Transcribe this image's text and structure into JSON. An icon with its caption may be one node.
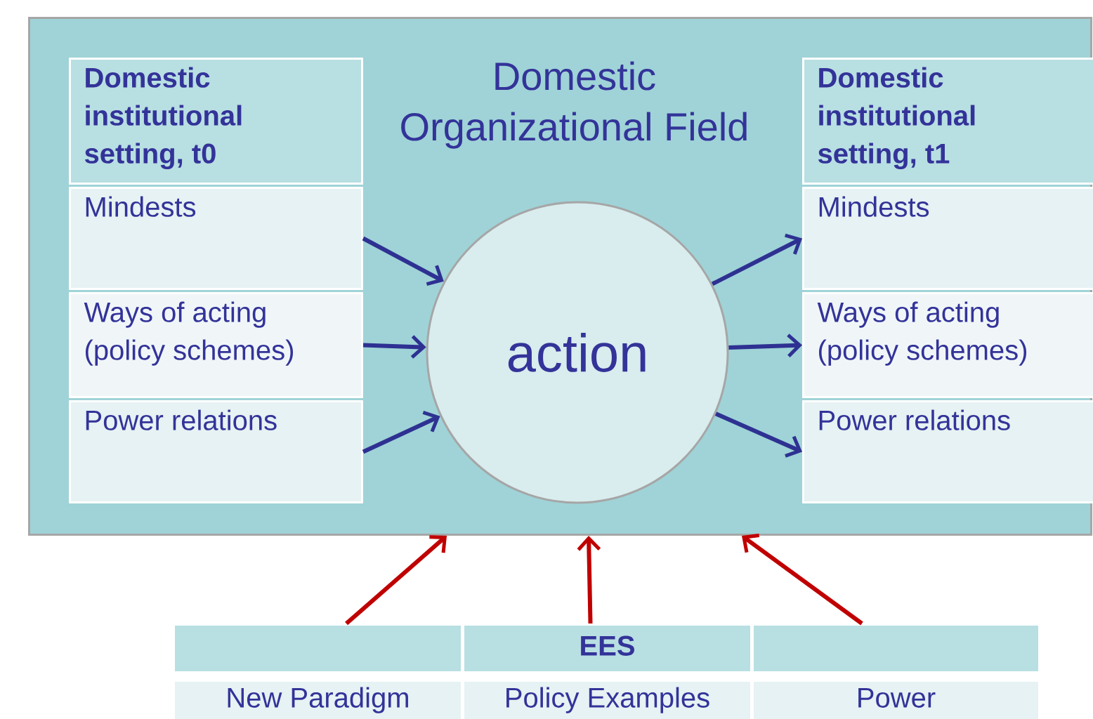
{
  "diagram": {
    "nodes": [
      {
        "text": [
          "Domestic Organizational Field"
        ]
      },
      {
        "text": [
          "Domestic institutional setting, t0"
        ],
        "in": 0
      },
      {
        "text": [
          "Mindests"
        ],
        "in": 0
      },
      {
        "text": [
          "Ways of acting (policy schemes)"
        ],
        "in": 0
      },
      {
        "text": [
          "Power relations"
        ],
        "in": 0
      },
      {
        "text": [
          "action"
        ],
        "in": 0
      },
      {
        "text": [
          "Domestic institutional setting, t1"
        ],
        "in": 0
      },
      {
        "text": [
          "Mindests"
        ],
        "in": 0
      },
      {
        "text": [
          "Ways of acting (policy schemes)"
        ],
        "in": 0
      },
      {
        "text": [
          "Power relations"
        ],
        "in": 0
      },
      {
        "text": [],
        "shape": "box"
      },
      {
        "text": [
          "EES"
        ]
      },
      {
        "text": [],
        "shape": "box"
      },
      {
        "text": [
          "New Paradigm"
        ]
      },
      {
        "text": [
          "Policy Examples"
        ]
      },
      {
        "text": [
          "Power"
        ]
      }
    ],
    "edges": [
      {
        "from": 2,
        "to": 5,
        "arrow": "to"
      },
      {
        "from": 3,
        "to": 5,
        "arrow": "to"
      },
      {
        "from": 4,
        "to": 5,
        "arrow": "to"
      },
      {
        "from": 5,
        "to": 7,
        "arrow": "to"
      },
      {
        "from": 5,
        "to": 8,
        "arrow": "to"
      },
      {
        "from": 5,
        "to": 9,
        "arrow": "to"
      },
      {
        "from": 10,
        "to": 0,
        "arrow": "to",
        "color": "#c00000"
      },
      {
        "from": 11,
        "to": 0,
        "arrow": "to",
        "color": "#c00000"
      },
      {
        "from": 12,
        "to": 0,
        "arrow": "to",
        "color": "#c00000"
      }
    ]
  }
}
